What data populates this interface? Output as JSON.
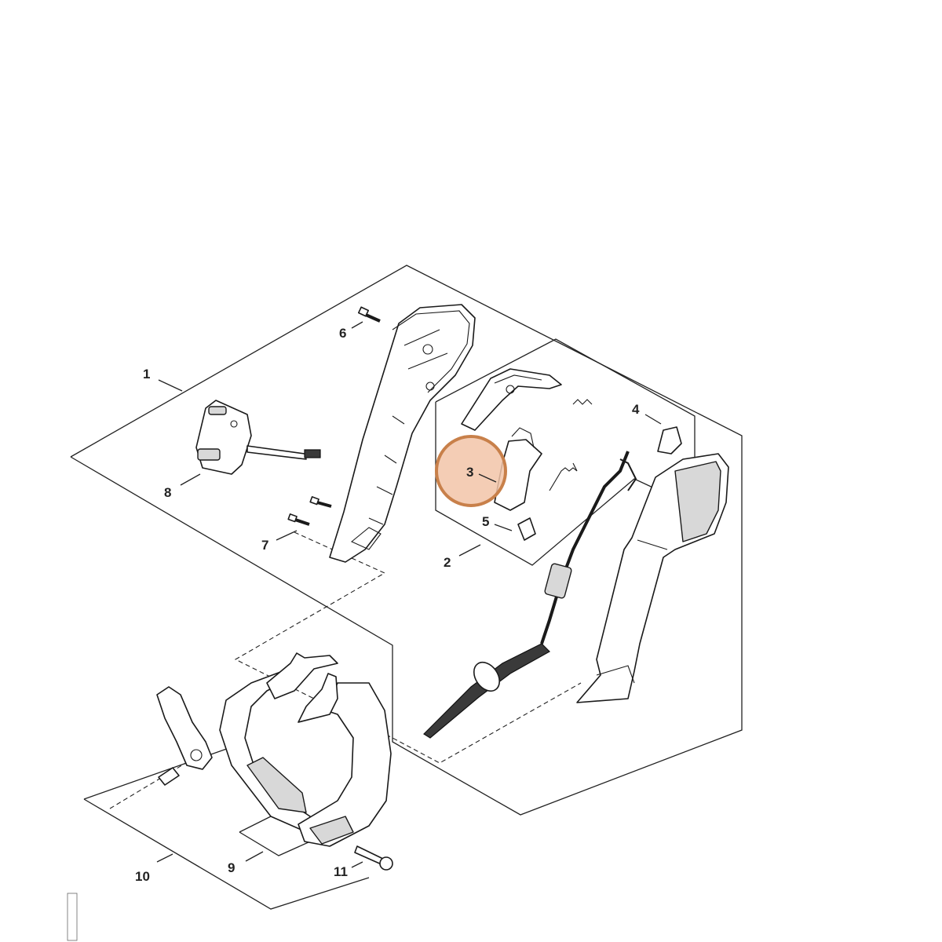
{
  "diagram": {
    "highlight_color": "#f2c4a8",
    "highlight_stroke": "#c8804a",
    "callouts": [
      "1",
      "2",
      "3",
      "4",
      "5",
      "6",
      "7",
      "8",
      "9",
      "10",
      "11"
    ],
    "highlighted_callout": "3"
  }
}
